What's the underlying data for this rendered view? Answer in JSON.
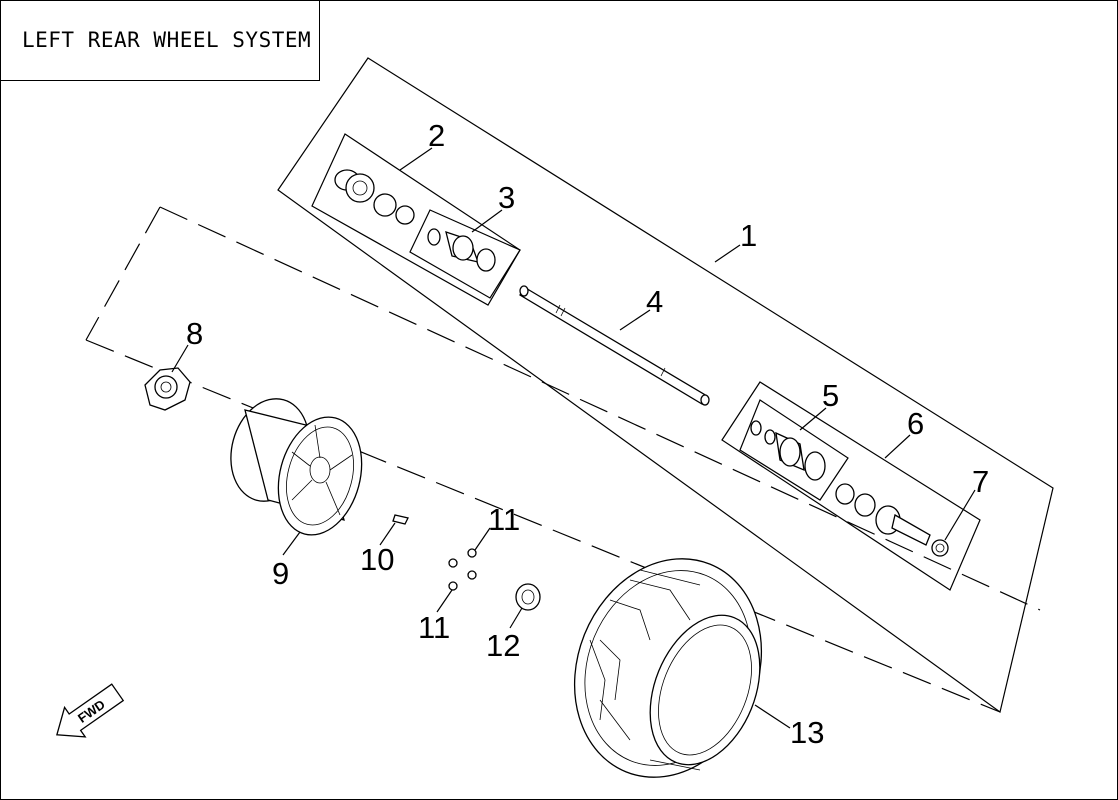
{
  "title": "LEFT REAR WHEEL SYSTEM",
  "fwd_label": "FWD",
  "callouts": [
    "1",
    "2",
    "3",
    "4",
    "5",
    "6",
    "7",
    "8",
    "9",
    "10",
    "11",
    "11",
    "12",
    "13"
  ]
}
